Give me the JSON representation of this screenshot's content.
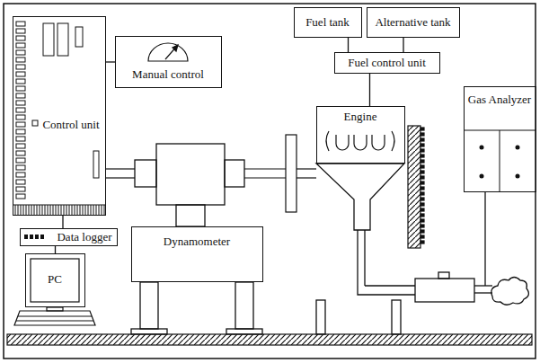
{
  "diagram": {
    "nodes": [
      {
        "text": [
          "Fuel tank"
        ]
      },
      {
        "text": [
          "Alternative tank"
        ]
      },
      {
        "text": [
          "Fuel control unit"
        ]
      },
      {
        "text": [
          "Control unit"
        ]
      },
      {
        "text": [
          "Manual control"
        ]
      },
      {
        "text": [
          "Engine"
        ]
      },
      {
        "text": [
          "Gas Analyzer"
        ]
      },
      {
        "text": [
          "Data logger"
        ]
      },
      {
        "text": [
          "PC"
        ]
      },
      {
        "text": [
          "Dynamometer"
        ]
      }
    ],
    "edges": [
      {
        "from": 0,
        "to": 2,
        "arrow": "none"
      },
      {
        "from": 1,
        "to": 2,
        "arrow": "none"
      },
      {
        "from": 2,
        "to": 5,
        "arrow": "none"
      },
      {
        "from": 3,
        "to": 4,
        "arrow": "none"
      },
      {
        "from": 3,
        "to": 7,
        "arrow": "none"
      },
      {
        "from": 7,
        "to": 8,
        "arrow": "none"
      }
    ]
  }
}
